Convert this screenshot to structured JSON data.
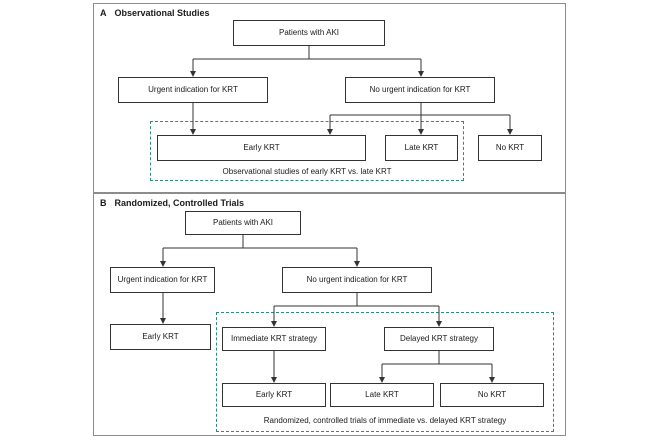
{
  "panel_a": {
    "letter": "A",
    "title": "Observational Studies",
    "root": "Patients with AKI",
    "urgent": "Urgent indication for KRT",
    "no_urgent": "No urgent indication for KRT",
    "early": "Early KRT",
    "late": "Late KRT",
    "none": "No KRT",
    "caption": "Observational studies of early KRT vs. late KRT"
  },
  "panel_b": {
    "letter": "B",
    "title": "Randomized, Controlled Trials",
    "root": "Patients with AKI",
    "urgent": "Urgent indication for KRT",
    "no_urgent": "No urgent indication for KRT",
    "early_urgent": "Early KRT",
    "immediate": "Immediate KRT strategy",
    "delayed": "Delayed KRT strategy",
    "early": "Early KRT",
    "late": "Late KRT",
    "none": "No KRT",
    "caption": "Randomized, controlled trials of immediate vs. delayed KRT strategy"
  },
  "colors": {
    "border": "#333333",
    "dashed_group": "#2e8b7a",
    "panel_border": "#8c8c8c"
  }
}
